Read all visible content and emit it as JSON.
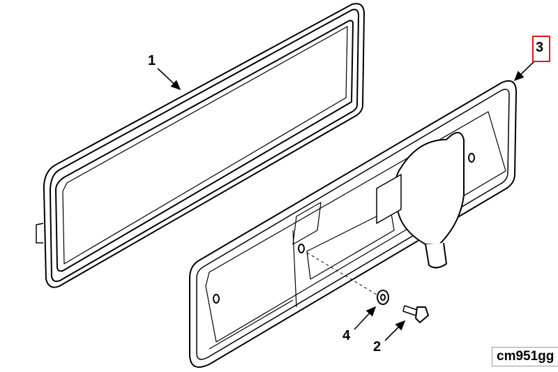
{
  "diagram": {
    "callouts": [
      {
        "id": "1",
        "part": "gasket"
      },
      {
        "id": "2",
        "part": "bolt"
      },
      {
        "id": "3",
        "part": "cover",
        "highlight_color": "#e8141b"
      },
      {
        "id": "4",
        "part": "washer"
      }
    ],
    "figure_code": "cm951gg"
  }
}
